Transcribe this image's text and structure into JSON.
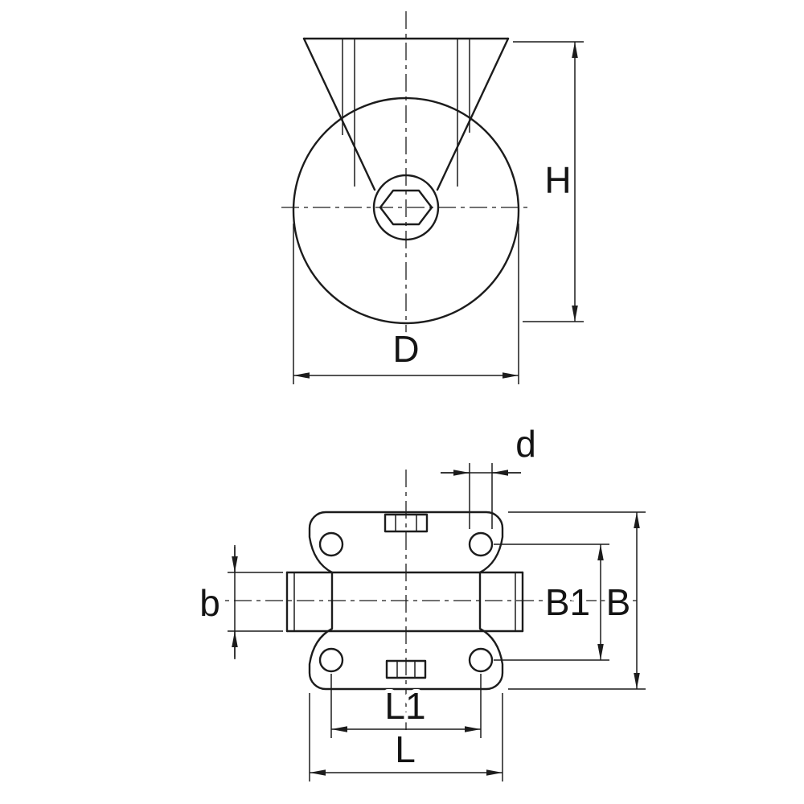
{
  "page": {
    "background_color": "#ffffff"
  },
  "drawing": {
    "stroke_color": "#1c1c1c",
    "view_count": 2
  },
  "dimension_labels": {
    "H": "H",
    "D": "D",
    "d": "d",
    "b": "b",
    "B1": "B1",
    "B": "B",
    "L1": "L1",
    "L": "L"
  }
}
